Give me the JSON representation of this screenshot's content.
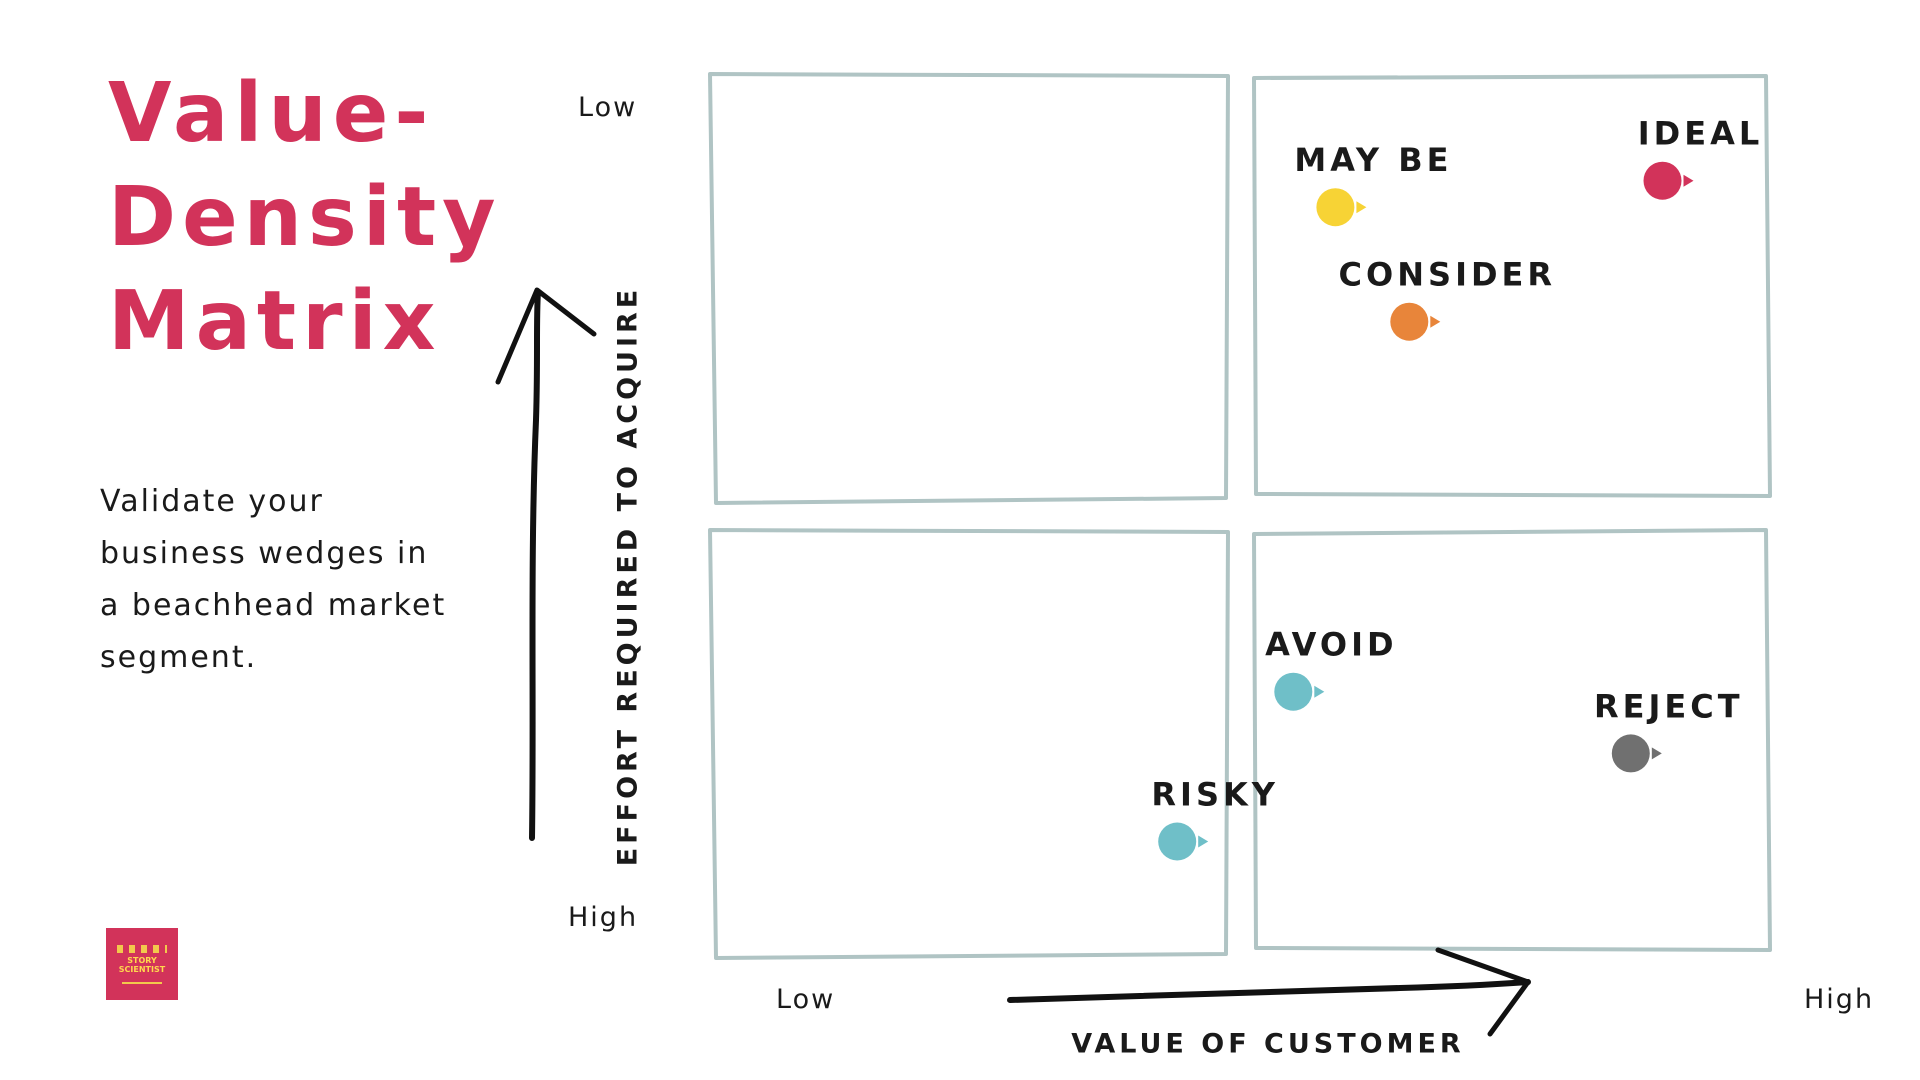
{
  "title": {
    "line1": "Value-",
    "line2": "Density",
    "line3": "Matrix"
  },
  "subtitle": {
    "line1": "Validate your",
    "line2": "business wedges in",
    "line3": "a beachhead market",
    "line4": "segment."
  },
  "y_axis": {
    "title": "EFFORT REQUIRED TO ACQUIRE",
    "top_label": "Low",
    "bottom_label": "High"
  },
  "x_axis": {
    "title": "VALUE OF CUSTOMER",
    "left_label": "Low",
    "right_label": "High"
  },
  "colors": {
    "title": "#d2335a",
    "grid": "#b0c4c4",
    "arrow": "#111111"
  },
  "points": [
    {
      "label": "MAY BE",
      "color": "#f7d335",
      "value": 0.59,
      "effort": 0.15
    },
    {
      "label": "IDEAL",
      "color": "#d2335a",
      "value": 0.9,
      "effort": 0.12
    },
    {
      "label": "CONSIDER",
      "color": "#e8853a",
      "value": 0.66,
      "effort": 0.28
    },
    {
      "label": "AVOID",
      "color": "#6fbfc8",
      "value": 0.55,
      "effort": 0.7
    },
    {
      "label": "REJECT",
      "color": "#707070",
      "value": 0.87,
      "effort": 0.77
    },
    {
      "label": "RISKY",
      "color": "#6fbfc8",
      "value": 0.44,
      "effort": 0.87
    }
  ],
  "logo": {
    "line1": "STORY",
    "line2": "SCIENTIST"
  }
}
